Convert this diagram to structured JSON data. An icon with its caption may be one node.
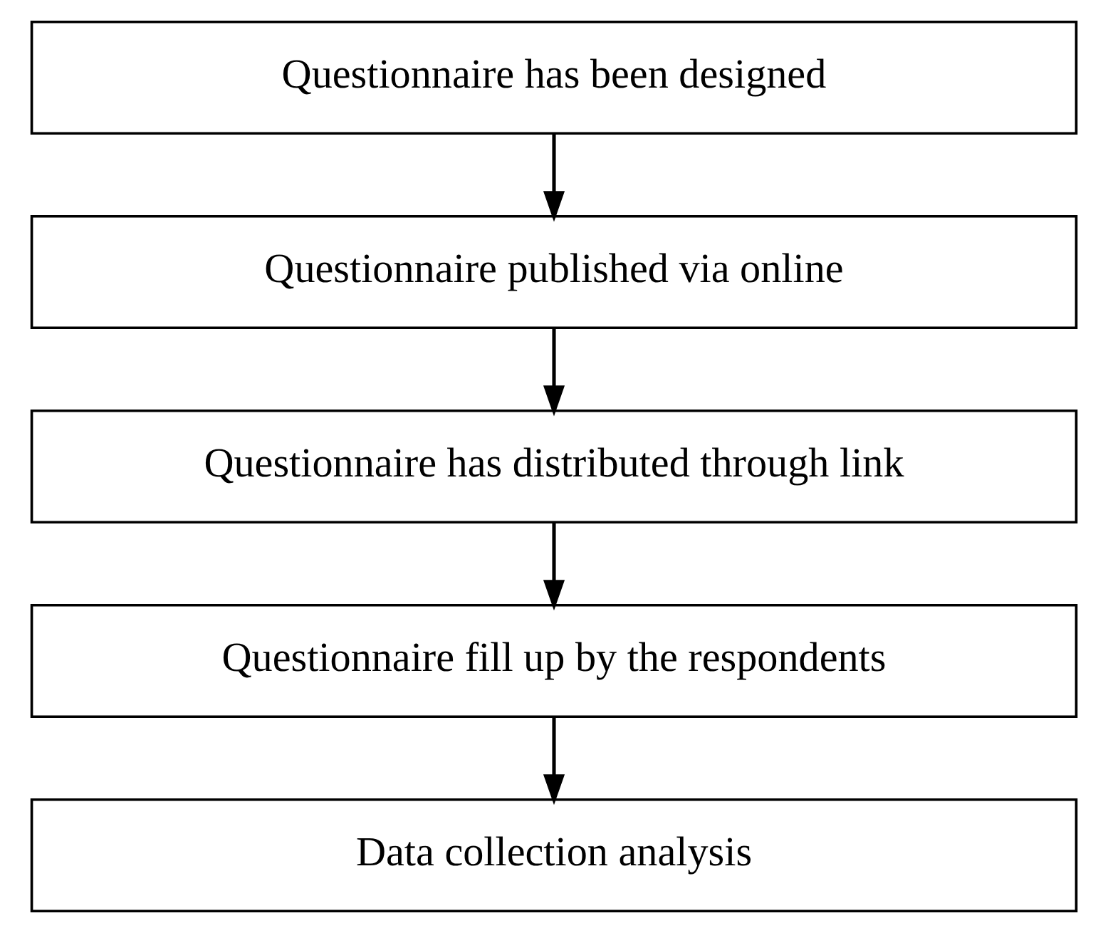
{
  "diagram": {
    "nodes": [
      {
        "text": [
          "Questionnaire has been designed"
        ]
      },
      {
        "text": [
          "Questionnaire published via online"
        ]
      },
      {
        "text": [
          "Questionnaire has distributed through link"
        ]
      },
      {
        "text": [
          "Questionnaire fill up by the respondents"
        ]
      },
      {
        "text": [
          "Data collection analysis"
        ]
      }
    ],
    "edges": [
      {
        "from": 0,
        "to": 1,
        "arrow": "to"
      },
      {
        "from": 1,
        "to": 2,
        "arrow": "to"
      },
      {
        "from": 2,
        "to": 3,
        "arrow": "to"
      },
      {
        "from": 3,
        "to": 4,
        "arrow": "to"
      }
    ]
  }
}
